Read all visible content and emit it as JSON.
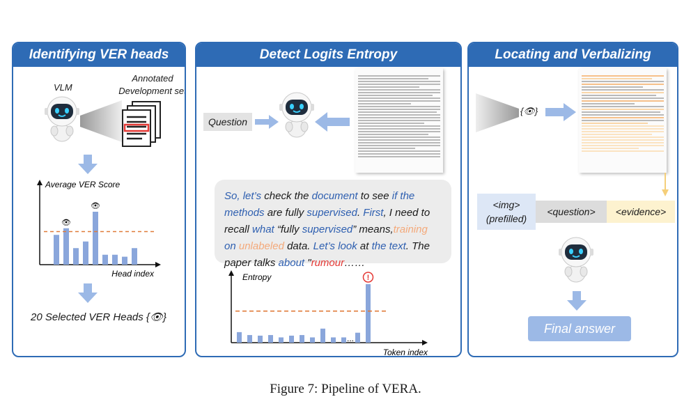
{
  "panels": [
    {
      "title": "Identifying VER heads"
    },
    {
      "title": "Detect Logits Entropy"
    },
    {
      "title": "Locating and Verbalizing"
    }
  ],
  "p1": {
    "vlm_label": "VLM",
    "annotated_line1": "Annotated",
    "annotated_line2": "Development set",
    "ylabel": "Average VER Score",
    "xlabel": "Head index",
    "selected": "20 Selected VER Heads {👁}"
  },
  "p2": {
    "question": "Question",
    "reasoning": [
      {
        "t": "So, ",
        "c": "blue"
      },
      {
        "t": "let’s ",
        "c": "blue"
      },
      {
        "t": "check ",
        "c": "black"
      },
      {
        "t": "the ",
        "c": "black"
      },
      {
        "t": "document ",
        "c": "blue"
      },
      {
        "t": "to see ",
        "c": "black"
      },
      {
        "t": "if ",
        "c": "blue"
      },
      {
        "t": "the ",
        "c": "blue"
      },
      {
        "t": "methods ",
        "c": "blue"
      },
      {
        "t": "are fully ",
        "c": "black"
      },
      {
        "t": "supervised",
        "c": "blue"
      },
      {
        "t": ". ",
        "c": "black"
      },
      {
        "t": "First",
        "c": "blue"
      },
      {
        "t": ", I need to ",
        "c": "black"
      },
      {
        "t": "recall ",
        "c": "black"
      },
      {
        "t": "what ",
        "c": "blue"
      },
      {
        "t": "“fully ",
        "c": "black"
      },
      {
        "t": "supervised",
        "c": "blue"
      },
      {
        "t": "” means,",
        "c": "black"
      },
      {
        "t": "training ",
        "c": "orange"
      },
      {
        "t": "on ",
        "c": "blue"
      },
      {
        "t": "unlabeled ",
        "c": "orange"
      },
      {
        "t": "data. ",
        "c": "black"
      },
      {
        "t": "Let’s look ",
        "c": "blue"
      },
      {
        "t": "at ",
        "c": "black"
      },
      {
        "t": "the ",
        "c": "blue"
      },
      {
        "t": "text",
        "c": "blue"
      },
      {
        "t": ". The paper talks ",
        "c": "black"
      },
      {
        "t": "about ",
        "c": "blue"
      },
      {
        "t": "\"",
        "c": "black"
      },
      {
        "t": "rumour",
        "c": "red"
      },
      {
        "t": "……",
        "c": "black"
      }
    ],
    "ylabel": "Entropy",
    "xlabel": "Token index",
    "ellipsis": "..."
  },
  "p3": {
    "eye_label": "{👁}",
    "img_line1": "<img>",
    "img_line2": "(prefilled)",
    "question_tag": "<question>",
    "evidence_tag": "<evidence>",
    "final": "Final answer"
  },
  "caption": "Figure 7: Pipeline of VERA.",
  "colors": {
    "panel": "#2e6bb5",
    "bar": "#8aa6db",
    "dash": "#e07b39",
    "blue": "#2e5fb0",
    "orange": "#f4a97a",
    "red": "#e53935",
    "evidence_bg": "#fdf2cf",
    "img_bg": "#dde7f6"
  },
  "chart_data": [
    {
      "type": "bar",
      "title": "",
      "xlabel": "Head index",
      "ylabel": "Average VER Score",
      "values": [
        0.45,
        0.55,
        0.25,
        0.35,
        0.8,
        0.15,
        0.15,
        0.12,
        0.25
      ],
      "threshold": 0.5,
      "marked_indices": [
        1,
        4
      ]
    },
    {
      "type": "bar",
      "title": "",
      "xlabel": "Token index",
      "ylabel": "Entropy",
      "values": [
        0.18,
        0.13,
        0.12,
        0.13,
        0.09,
        0.12,
        0.13,
        0.09,
        0.24,
        0.09,
        0.09,
        0.17,
        1.0
      ],
      "threshold": 0.54,
      "gap_before_index": 11,
      "alert_index": 12
    }
  ]
}
